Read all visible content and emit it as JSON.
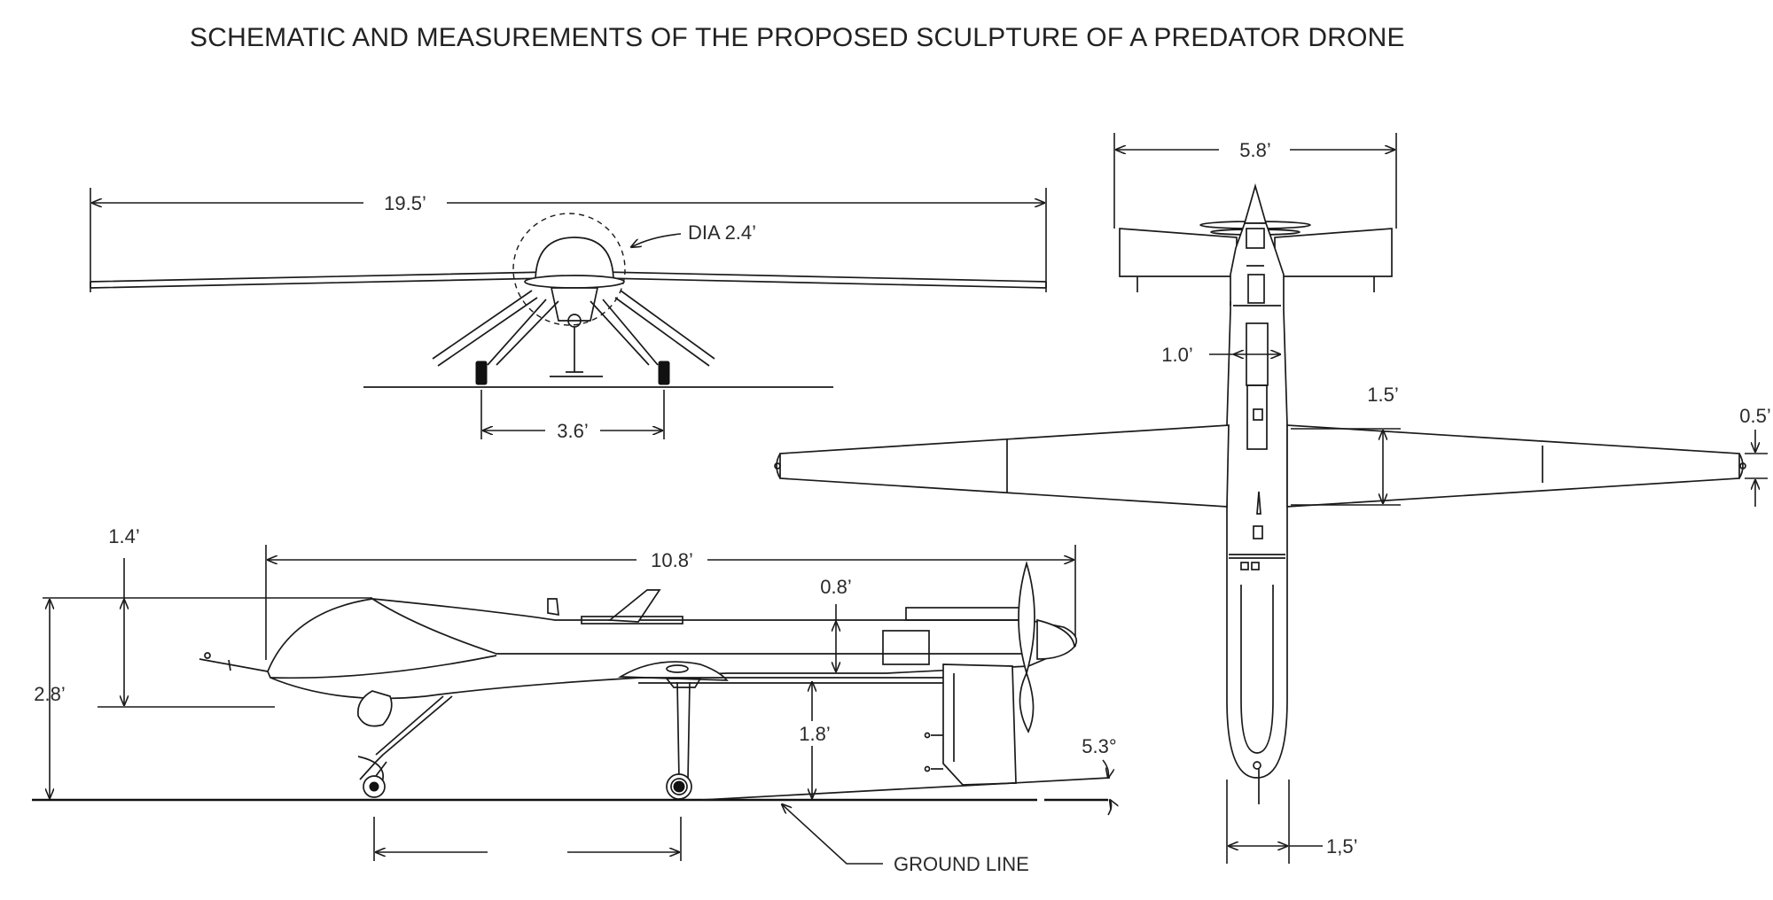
{
  "title": "SCHEMATIC AND  MEASUREMENTS OF THE PROPOSED SCULPTURE OF A PREDATOR DRONE",
  "front_view": {
    "wingspan": "19.5’",
    "prop_diameter": "DIA 2.4’",
    "gear_track": "3.6’"
  },
  "top_view": {
    "tail_span": "5.8’",
    "fuselage_width_mid": "1.0’",
    "wing_root_chord": "1.5’",
    "wing_tip_chord": "0.5’",
    "fuselage_width_nose": "1,5’"
  },
  "side_view": {
    "length": "10.8’",
    "nose_height": "1.4’",
    "overall_height": "2.8’",
    "aft_fuselage_height": "0.8’",
    "ground_clearance": "1.8’",
    "tail_angle": "5.3°",
    "ground_line_label": "GROUND LINE"
  },
  "colors": {
    "line": "#1a1a1a",
    "background": "#ffffff",
    "text": "#2a2a2a"
  }
}
